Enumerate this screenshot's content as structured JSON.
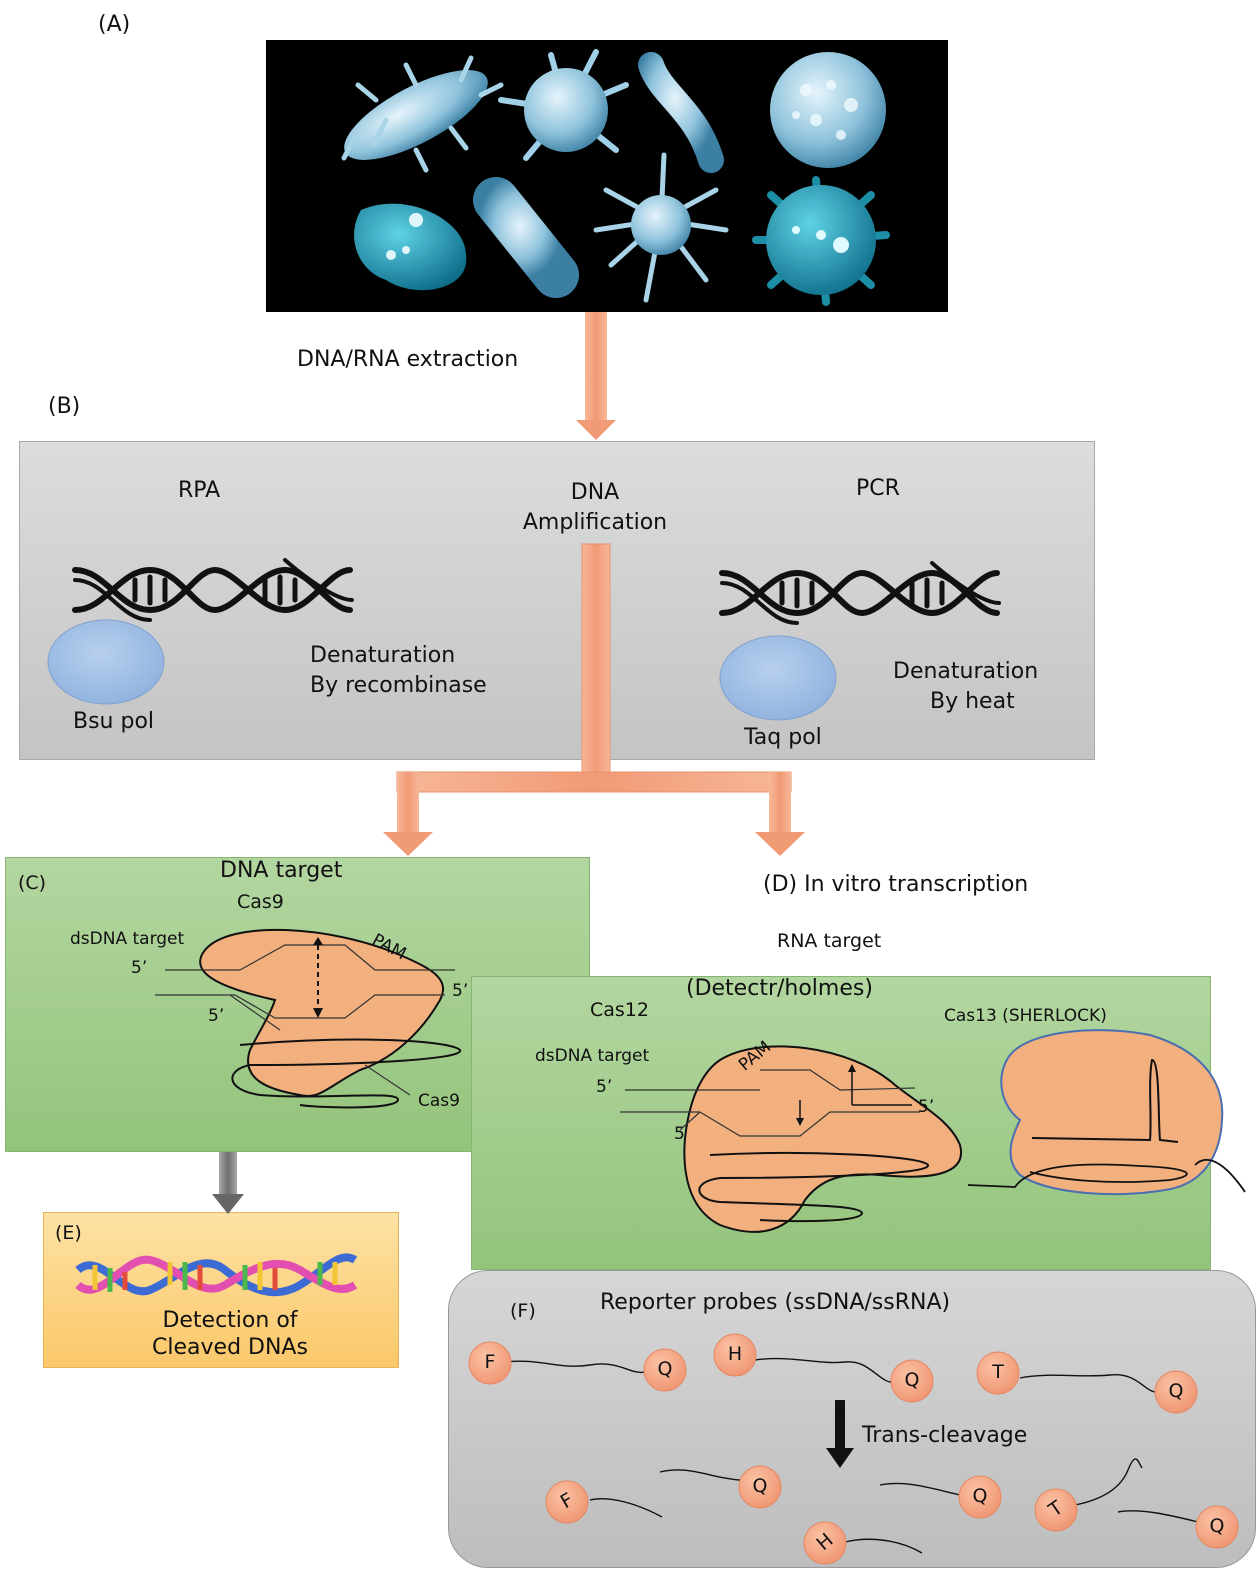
{
  "panel_letters": {
    "a": "(A)",
    "b": "(B)",
    "c": "(C)",
    "d": "(D)",
    "e": "(E)",
    "f": "(F)"
  },
  "flow": {
    "extraction": "DNA/RNA extraction"
  },
  "panel_b": {
    "rpa": "RPA",
    "pcr": "PCR",
    "center_line1": "DNA",
    "center_line2": "Amplification",
    "rpa_denat_line1": "Denaturation",
    "rpa_denat_line2": "By recombinase",
    "pcr_denat_line1": "Denaturation",
    "pcr_denat_line2": "By heat",
    "rpa_enzyme": "Bsu pol",
    "pcr_enzyme": "Taq pol"
  },
  "panel_c": {
    "title": "DNA target",
    "enzyme": "Cas9",
    "dsdna": "dsDNA target",
    "pam": "PAM",
    "five_prime": "5’",
    "protein_label": "Cas9"
  },
  "panel_d": {
    "heading": "In vitro transcription",
    "rna_target": "RNA target",
    "subtitle": "(Detectr/holmes)",
    "cas12": "Cas12",
    "cas13": "Cas13 (SHERLOCK)",
    "dsdna": "dsDNA target",
    "pam": "PAM",
    "five_prime": "5’",
    "five_clip": "5"
  },
  "panel_e": {
    "line1": "Detection of",
    "line2": "Cleaved DNAs"
  },
  "panel_f": {
    "title": "Reporter probes (ssDNA/ssRNA)",
    "trans": "Trans-cleavage",
    "fluor_f": "F",
    "fluor_h": "H",
    "fluor_t": "T",
    "quencher": "Q"
  },
  "colors": {
    "arrow": "#f4a582",
    "protein": "#f2b07e",
    "enzyme": "#9dbde6",
    "probe": "#f5a882"
  }
}
